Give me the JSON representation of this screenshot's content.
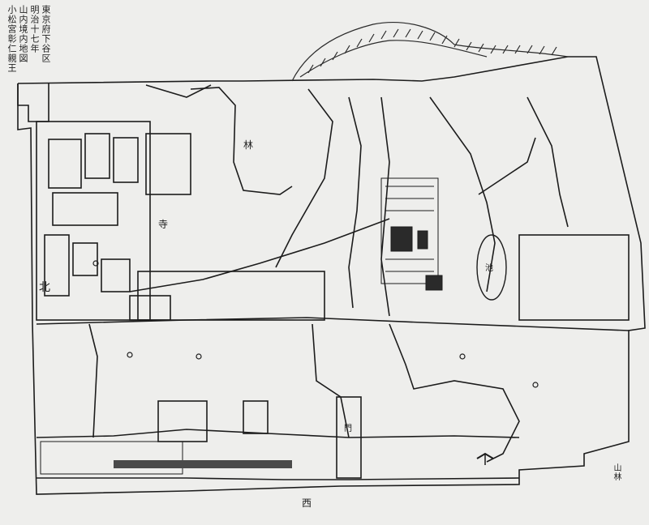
{
  "title_lines": [
    "小松宮彰仁親王",
    "山内境内地図",
    "明治十七年",
    "東京府下谷区"
  ],
  "directions": {
    "north": "北",
    "west": "西"
  },
  "labels": {
    "mountain_side": "山林",
    "temple": "寺",
    "pond": "池",
    "gate": "門",
    "forest": "林"
  },
  "colors": {
    "paper": "#eeeeec",
    "ink": "#1c1c1c"
  }
}
